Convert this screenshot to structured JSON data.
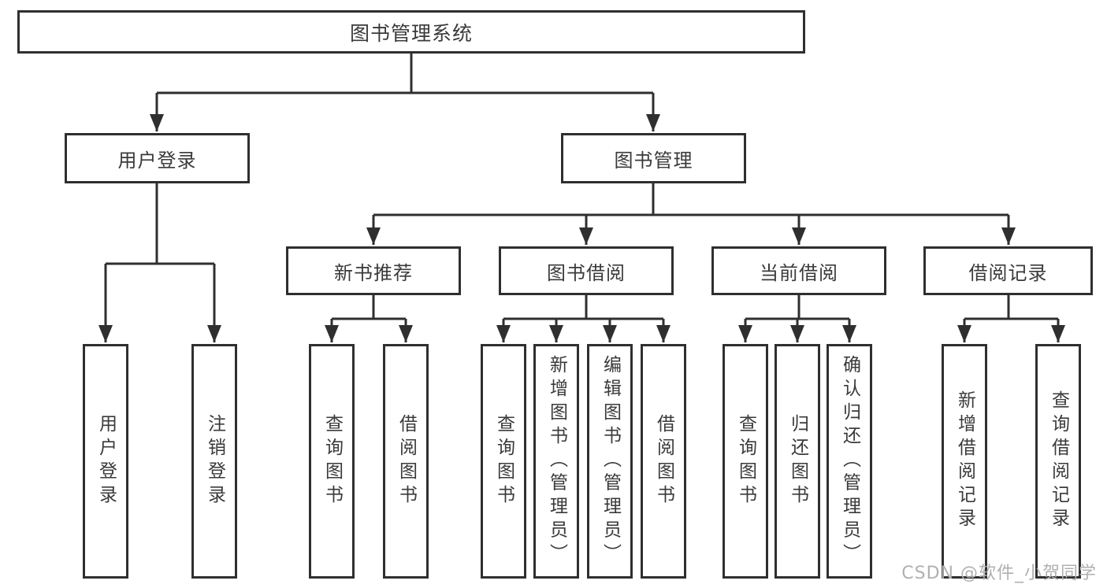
{
  "colors": {
    "line": "#2f2f2f",
    "text": "#3a3a3a",
    "background": "#ffffff",
    "watermark": "#b0b0b0"
  },
  "watermark": {
    "text": "CSDN @软件_小贺同学"
  },
  "tree": {
    "root": {
      "label": "图书管理系统",
      "children": [
        {
          "label": "用户登录",
          "children": [
            {
              "label": "用户登录"
            },
            {
              "label": "注销登录"
            }
          ]
        },
        {
          "label": "图书管理",
          "children": [
            {
              "label": "新书推荐",
              "children": [
                {
                  "label": "查询图书"
                },
                {
                  "label": "借阅图书"
                }
              ]
            },
            {
              "label": "图书借阅",
              "children": [
                {
                  "label": "查询图书"
                },
                {
                  "label": "新增图书（管理员）"
                },
                {
                  "label": "编辑图书（管理员）"
                },
                {
                  "label": "借阅图书"
                }
              ]
            },
            {
              "label": "当前借阅",
              "children": [
                {
                  "label": "查询图书"
                },
                {
                  "label": "归还图书"
                },
                {
                  "label": "确认归还（管理员）"
                }
              ]
            },
            {
              "label": "借阅记录",
              "children": [
                {
                  "label": "新增借阅记录"
                },
                {
                  "label": "查询借阅记录"
                }
              ]
            }
          ]
        }
      ]
    }
  }
}
